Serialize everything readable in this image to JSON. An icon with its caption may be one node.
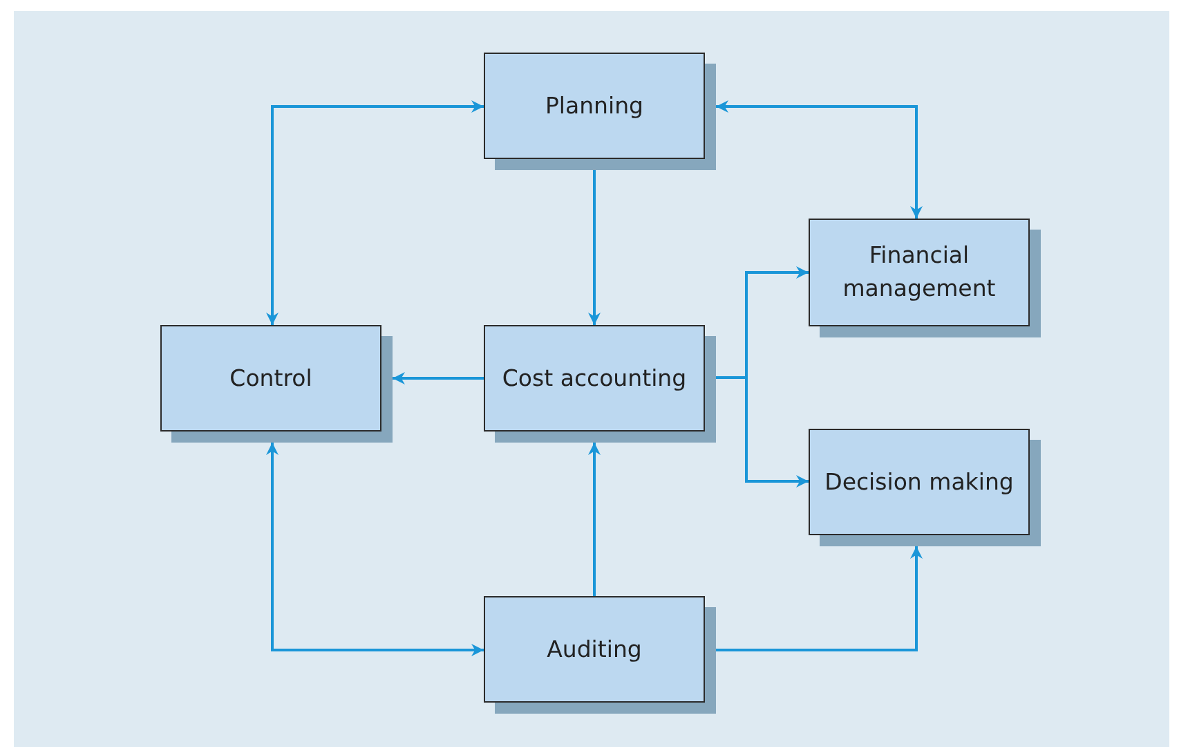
{
  "diagram": {
    "nodes": [
      {
        "text": [
          "Planning"
        ]
      },
      {
        "text": [
          "Financial management"
        ]
      },
      {
        "text": [
          "Control"
        ]
      },
      {
        "text": [
          "Cost accounting"
        ]
      },
      {
        "text": [
          "Decision making"
        ]
      },
      {
        "text": [
          "Auditing"
        ]
      }
    ],
    "edges": [
      {
        "from": 0,
        "to": 2,
        "arrow": "both"
      },
      {
        "from": 0,
        "to": 1,
        "arrow": "both"
      },
      {
        "from": 0,
        "to": 3,
        "arrow": "to"
      },
      {
        "from": 3,
        "to": 2,
        "arrow": "to"
      },
      {
        "from": 3,
        "to": 1,
        "arrow": "to"
      },
      {
        "from": 3,
        "to": 4,
        "arrow": "to"
      },
      {
        "from": 5,
        "to": 2,
        "arrow": "both"
      },
      {
        "from": 5,
        "to": 3,
        "arrow": "to"
      },
      {
        "from": 5,
        "to": 4,
        "arrow": "to"
      }
    ]
  }
}
